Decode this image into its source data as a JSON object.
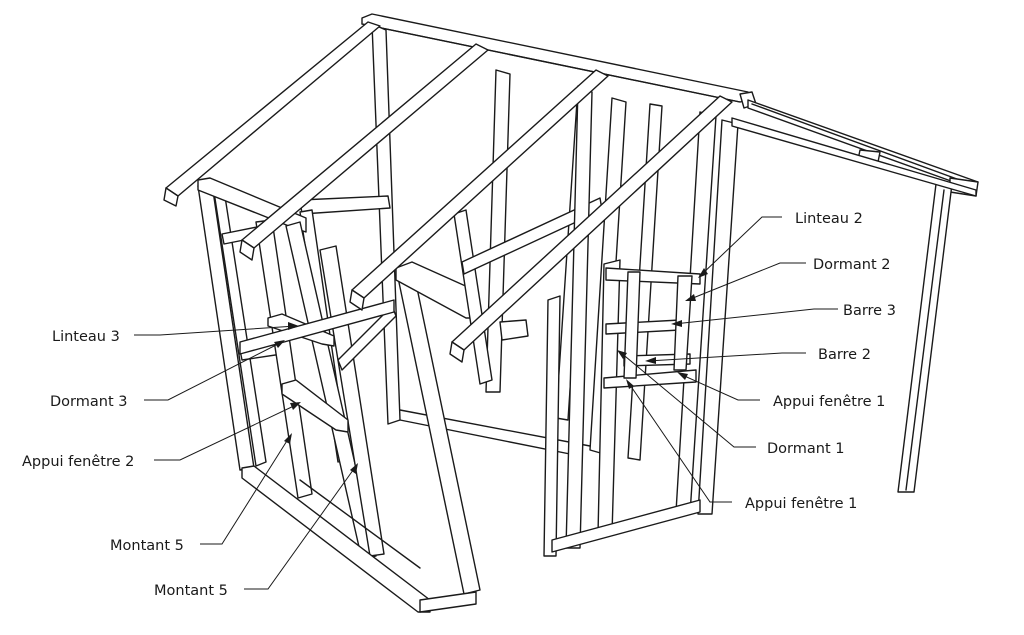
{
  "labels": {
    "linteau_2": "Linteau 2",
    "dormant_2": "Dormant 2",
    "barre_3": "Barre 3",
    "barre_2": "Barre 2",
    "appui_fenetre_1_a": "Appui fenêtre 1",
    "dormant_1": "Dormant 1",
    "appui_fenetre_1_b": "Appui fenêtre 1",
    "linteau_3": "Linteau 3",
    "dormant_3": "Dormant 3",
    "appui_fenetre_2": "Appui fenêtre 2",
    "montant_5_a": "Montant 5",
    "montant_5_b": "Montant 5"
  }
}
